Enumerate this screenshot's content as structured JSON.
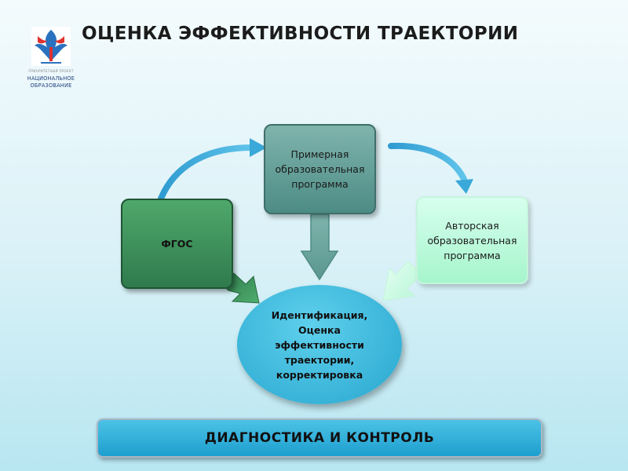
{
  "title": "ОЦЕНКА ЭФФЕКТИВНОСТИ ТРАЕКТОРИИ",
  "logo": {
    "small_text": "ПРИОРИТЕТНЫЙ ПРОЕКТ",
    "line1": "НАЦИОНАЛЬНОЕ",
    "line2": "ОБРАЗОВАНИЕ"
  },
  "nodes": {
    "fgos": "ФГОС",
    "primer": "Примерная\nобразовательная\nпрограмма",
    "author": "Авторская\nобразовательная\nпрограмма",
    "center": "Идентификация,\nОценка\nэффективности\nтраектории,\nкорректировка"
  },
  "bottom_bar": "ДИАГНОСТИКА И КОНТРОЛЬ",
  "colors": {
    "fgos": "#3f9158",
    "primer": "#6aa39c",
    "author": "#bff8dc",
    "center": "#3bb8de",
    "arrow_blue": "#3aa8d8"
  }
}
